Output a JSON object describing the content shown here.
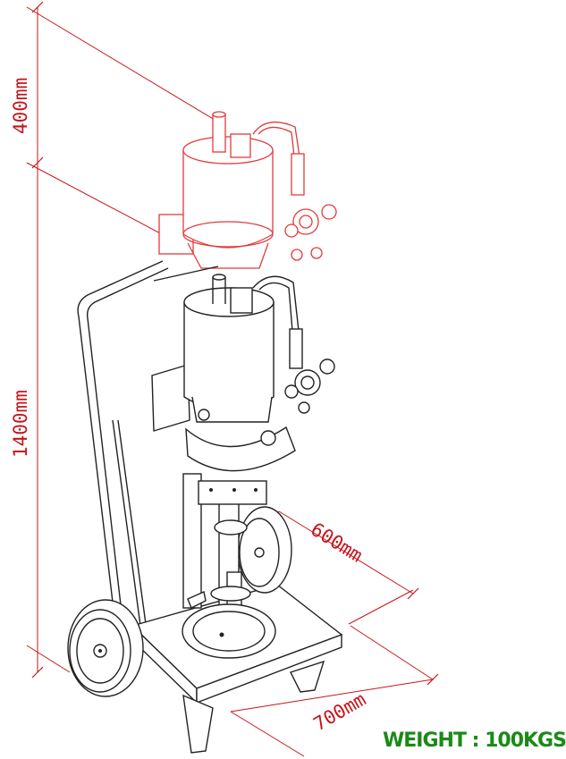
{
  "dimensions": {
    "top_height": "400mm",
    "total_height": "1400mm",
    "width": "600mm",
    "depth": "700mm"
  },
  "weight_label": "WEIGHT : 100KGS",
  "colors": {
    "drawing_lines": "#222222",
    "dimension_lines": "#c4161c",
    "raised_outline": "#e23b3b",
    "weight_text": "#1a8a17"
  }
}
